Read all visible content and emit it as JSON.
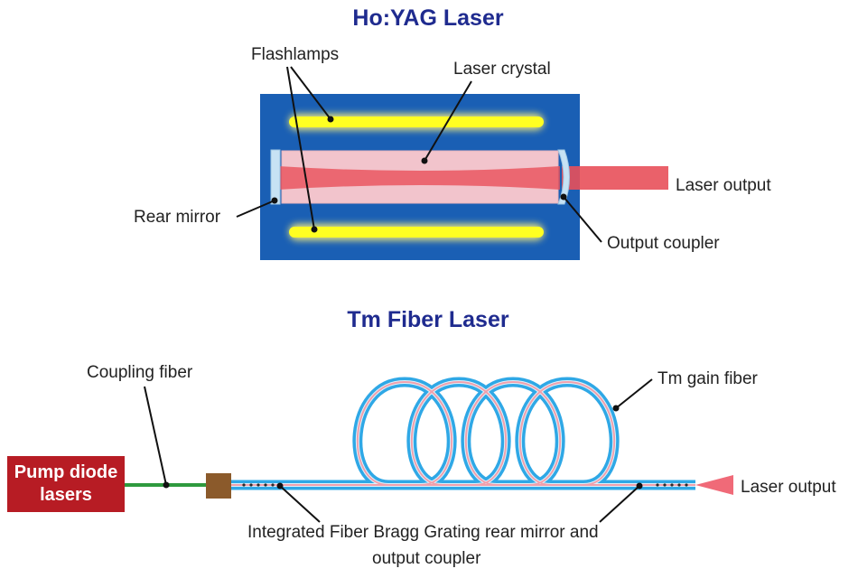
{
  "hoyag": {
    "title": "Ho:YAG Laser",
    "labels": {
      "flashlamps": "Flashlamps",
      "laser_crystal": "Laser crystal",
      "laser_output": "Laser output",
      "rear_mirror": "Rear mirror",
      "output_coupler": "Output  coupler"
    }
  },
  "tm": {
    "title": "Tm Fiber Laser",
    "labels": {
      "coupling_fiber": "Coupling fiber",
      "tm_gain_fiber": "Tm gain fiber",
      "pump_line1": "Pump diode",
      "pump_line2": "lasers",
      "laser_output": "Laser output",
      "grating_line1": "Integrated Fiber Bragg Grating rear mirror and",
      "grating_line2": "output coupler"
    }
  },
  "colors": {
    "title": "#1f2b8f",
    "cavity": "#1a5fb4",
    "flashlamp": "#ffff22",
    "crystal": "#f2c4cc",
    "beam": "#e8505a",
    "mirror": "#b8d8ee",
    "fiber": "#2fa8e6",
    "fiber_core": "#f0a0ac",
    "pump": "#b71c24",
    "coupling_fiber": "#2e9a3e",
    "connector": "#8b5a2b"
  }
}
